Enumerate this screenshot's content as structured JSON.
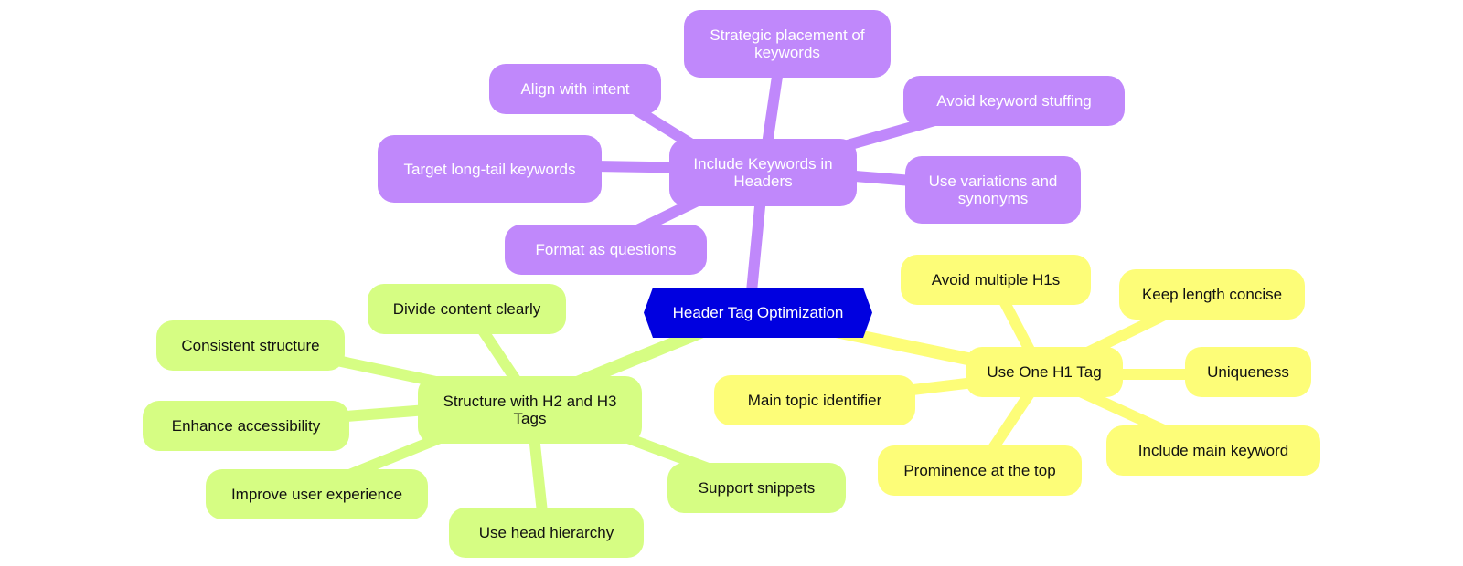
{
  "root": "Header Tag Optimization",
  "colors": {
    "center": "#0000e0",
    "purple": "#c088fb",
    "green": "#d6fd83",
    "yellow": "#fdfd78"
  },
  "branches": {
    "keywords": {
      "label": "Include Keywords in Headers",
      "children": [
        "Strategic placement of keywords",
        "Align with intent",
        "Avoid keyword stuffing",
        "Target long-tail keywords",
        "Use variations and synonyms",
        "Format as questions"
      ]
    },
    "structure": {
      "label": "Structure with H2 and H3 Tags",
      "children": [
        "Divide content clearly",
        "Consistent structure",
        "Enhance accessibility",
        "Improve user experience",
        "Use head hierarchy",
        "Support snippets"
      ]
    },
    "h1": {
      "label": "Use One H1 Tag",
      "children": [
        "Avoid multiple H1s",
        "Keep length concise",
        "Main topic identifier",
        "Uniqueness",
        "Include main keyword",
        "Prominence at the top"
      ]
    }
  }
}
